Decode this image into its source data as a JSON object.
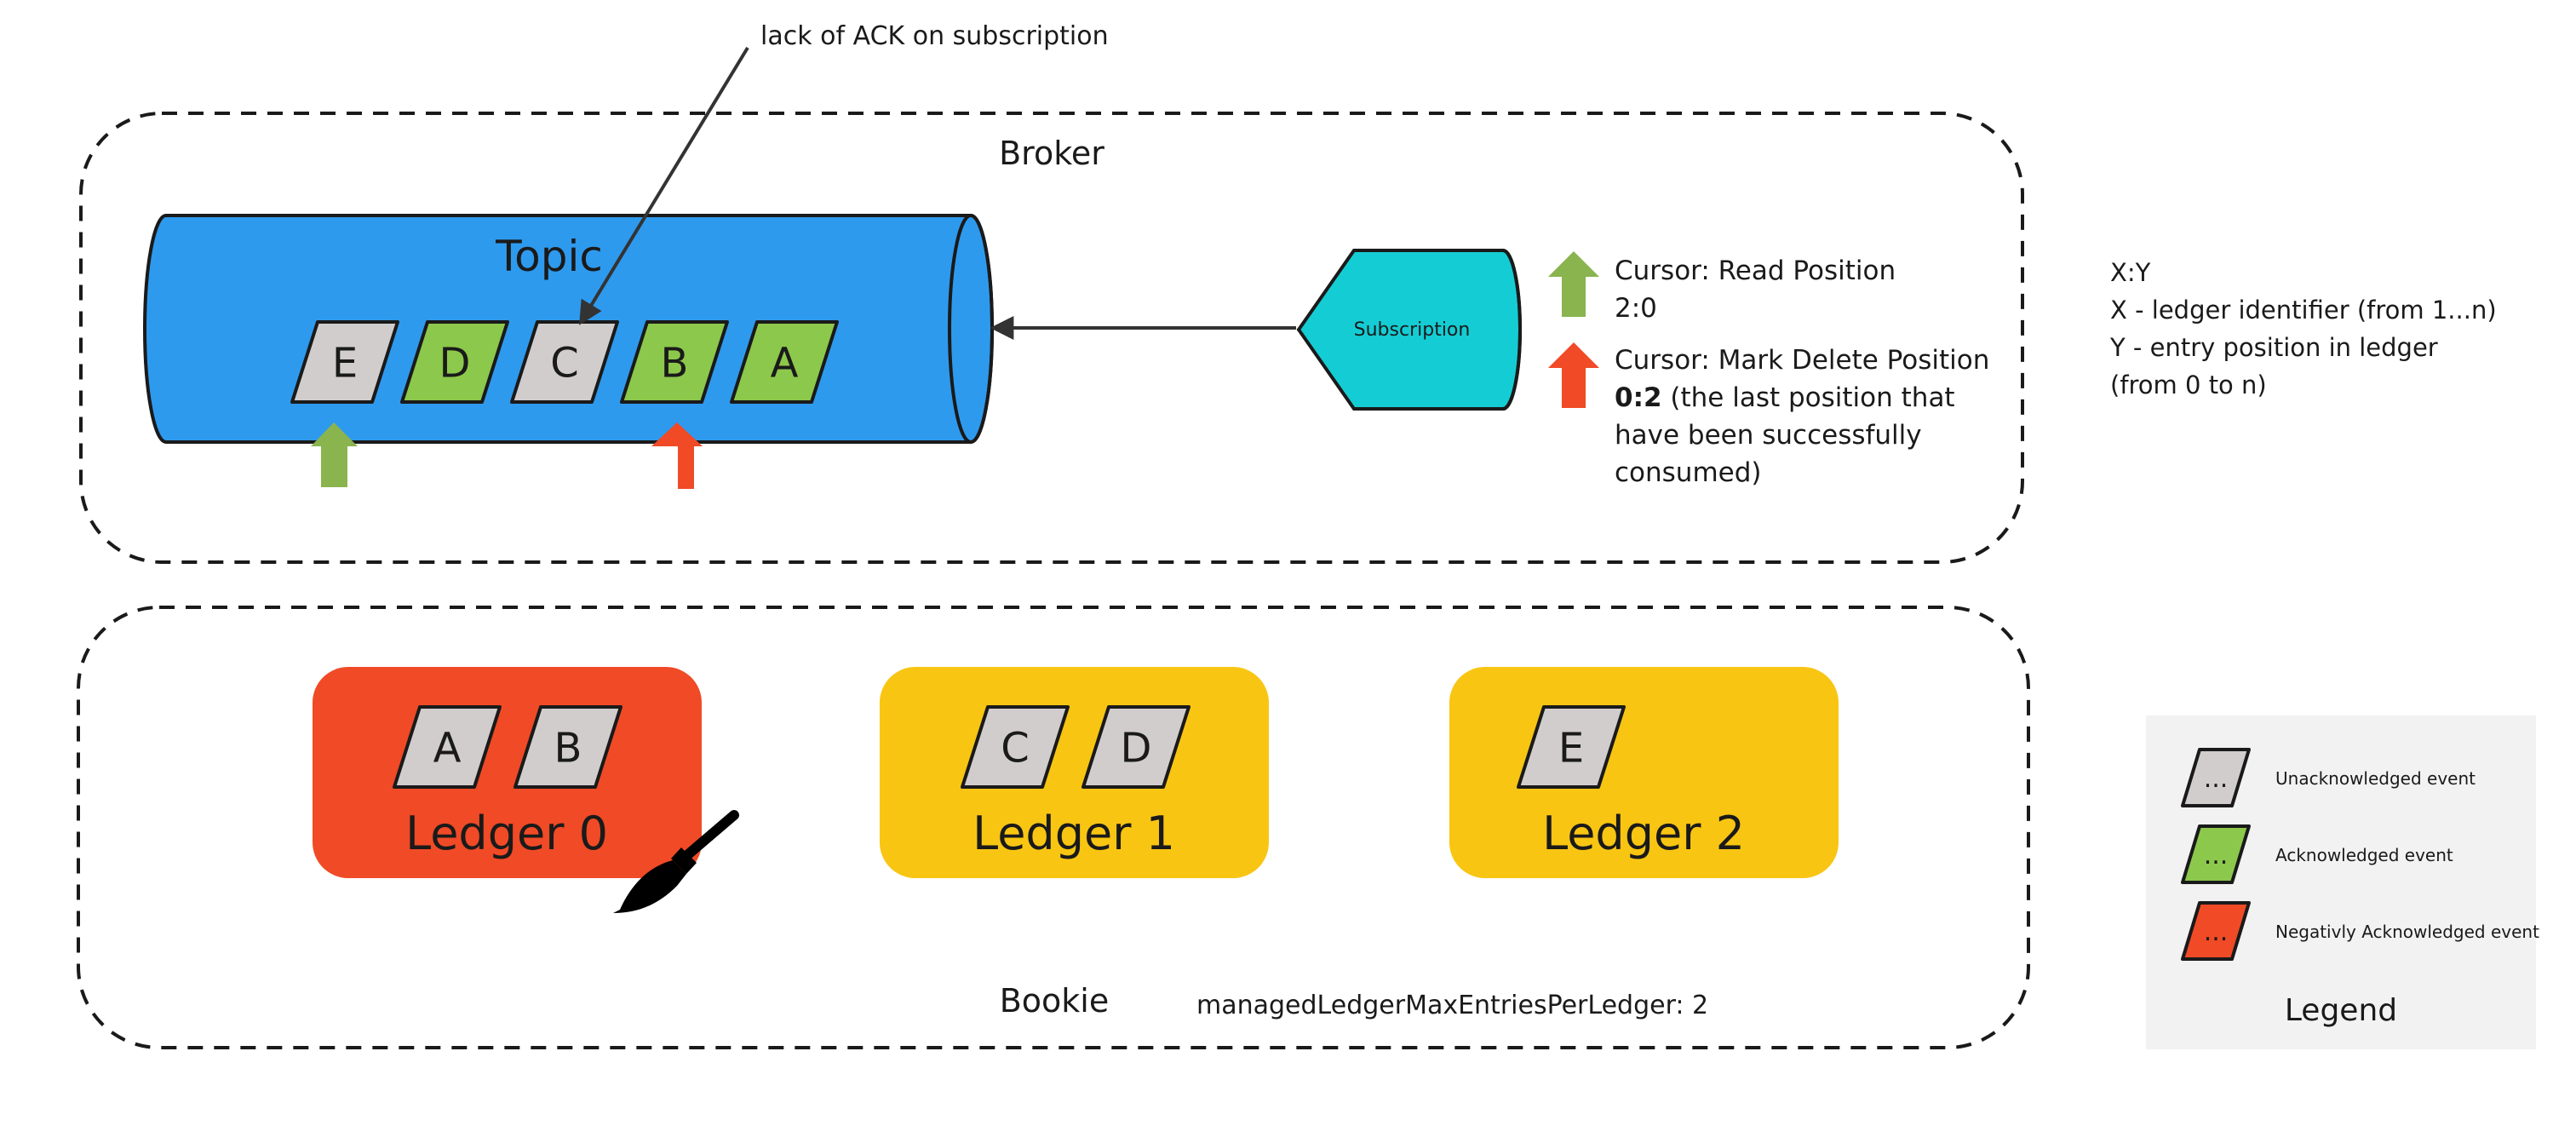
{
  "colors": {
    "topic_blue": "#2e9aee",
    "subscription_cyan": "#14cdd4",
    "ack_green": "#8cc84b",
    "nack_red": "#f04a26",
    "unack_gray": "#d2cdcd",
    "ledger_yellow": "#f8c512",
    "arrow_green": "#8ab44e",
    "legend_bg": "#f2f2f2"
  },
  "annotation": {
    "text": "lack of ACK on subscription"
  },
  "broker": {
    "label": "Broker",
    "topic": {
      "label": "Topic",
      "events": [
        {
          "label": "E",
          "state": "unacknowledged"
        },
        {
          "label": "D",
          "state": "acknowledged"
        },
        {
          "label": "C",
          "state": "unacknowledged"
        },
        {
          "label": "B",
          "state": "acknowledged"
        },
        {
          "label": "A",
          "state": "acknowledged"
        }
      ]
    },
    "subscription": {
      "label": "Subscription"
    }
  },
  "cursors": {
    "read": {
      "title": "Cursor: Read Position",
      "value": "2:0",
      "arrow_color": "green"
    },
    "mark_delete": {
      "title": "Cursor: Mark Delete Position",
      "value": "0:2",
      "desc_line1": " (the last position that",
      "desc_line2": "have been successfully",
      "desc_line3": "consumed)",
      "arrow_color": "red"
    }
  },
  "notation": {
    "line1": "X:Y",
    "line2": "X - ledger identifier (from 1...n)",
    "line3": "Y - entry position in ledger",
    "line4": "(from 0 to n)"
  },
  "bookie": {
    "label": "Bookie",
    "config": "managedLedgerMaxEntriesPerLedger: 2",
    "ledgers": [
      {
        "label": "Ledger 0",
        "entries": [
          "A",
          "B"
        ],
        "state": "deleted",
        "icon": "broom-icon"
      },
      {
        "label": "Ledger 1",
        "entries": [
          "C",
          "D"
        ],
        "state": "active"
      },
      {
        "label": "Ledger 2",
        "entries": [
          "E"
        ],
        "state": "active"
      }
    ]
  },
  "legend": {
    "title": "Legend",
    "items": [
      {
        "symbol": "...",
        "label": "Unacknowledged event",
        "state": "unacknowledged"
      },
      {
        "symbol": "...",
        "label": "Acknowledged event",
        "state": "acknowledged"
      },
      {
        "symbol": "...",
        "label": "Negativly Acknowledged event",
        "state": "negative"
      }
    ]
  }
}
